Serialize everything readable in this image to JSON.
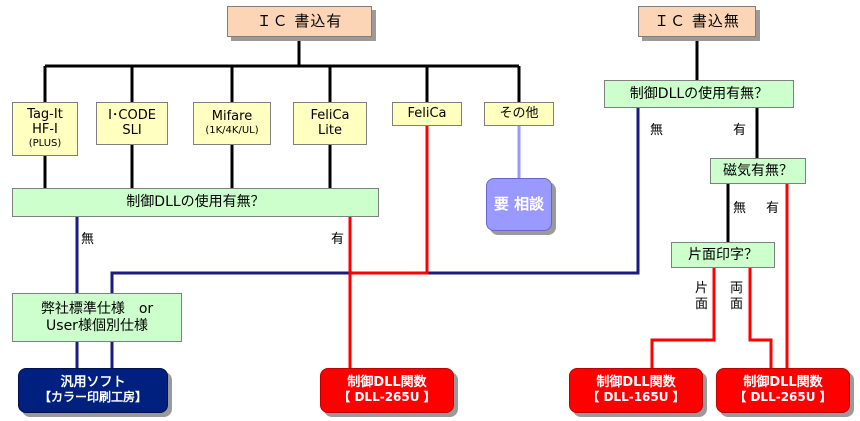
{
  "ic_write_yes": "ＩＣ 書込有",
  "ic_write_no": "ＩＣ 書込無",
  "chips": {
    "tagit": [
      "Tag-It",
      "HF-I",
      "(PLUS)"
    ],
    "icode": [
      "I･CODE",
      "SLI"
    ],
    "mifare": [
      "Mifare",
      "(1K/4K/UL)"
    ],
    "felica_lite": [
      "FeliCa",
      "Lite"
    ],
    "felica": "FeliCa",
    "other": "その他"
  },
  "dll_question": "制御DLLの使用有無？",
  "dll_question_right": "制御DLLの使用有無？",
  "consult": "要 相談",
  "std_spec": [
    "弊社標準仕様　or",
    "User様個別仕様"
  ],
  "magnetic_question": "磁気有無？",
  "print_side_question": "片面印字？",
  "labels": {
    "none_left": "無",
    "yes_left": "有",
    "none_right": "無",
    "yes_right": "有",
    "magnetic_none": "無",
    "magnetic_yes": "有",
    "single_side": "片\n面",
    "double_side": "両\n面"
  },
  "outputs": {
    "general_soft": [
      "汎用ソフト",
      "【カラー印刷工房】"
    ],
    "dll_265u_mid": [
      "制御DLL関数",
      "【 DLL-265U 】"
    ],
    "dll_165u": [
      "制御DLL関数",
      "【 DLL-165U 】"
    ],
    "dll_265u_right": [
      "制御DLL関数",
      "【 DLL-265U 】"
    ]
  },
  "colors": {
    "black_line": "#000000",
    "navy_line": "#1a1a80",
    "red_line": "#ff0000",
    "purple_line": "#9999ff",
    "peach": "#fbd5b5",
    "yellow": "#ffffc0",
    "green": "#ccffcc"
  }
}
